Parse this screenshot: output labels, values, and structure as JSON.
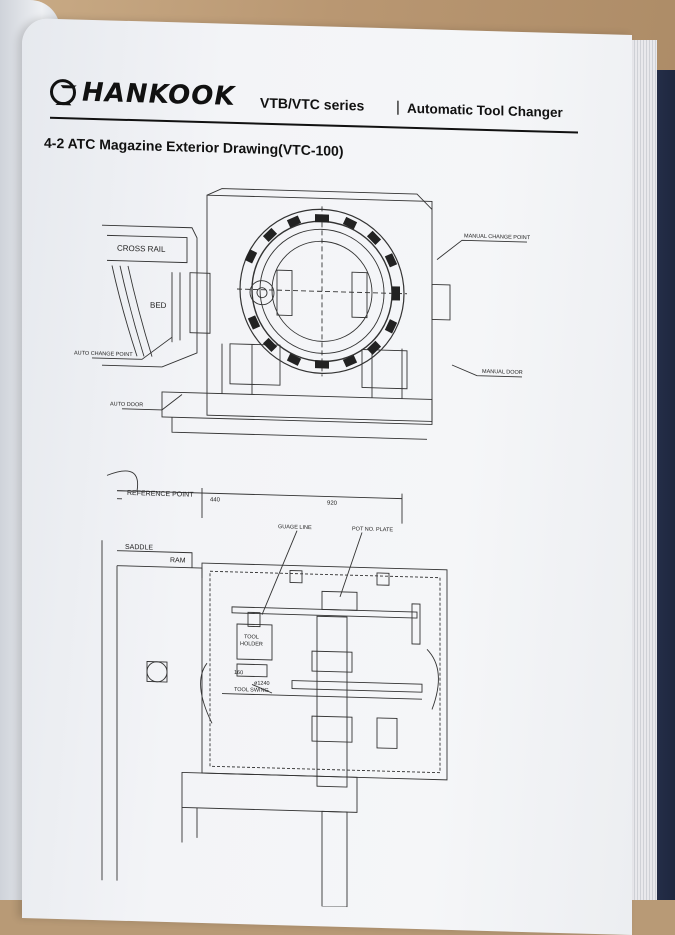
{
  "header": {
    "brand": "HANKOOK",
    "series": "VTB/VTC series",
    "separator": "|",
    "section": "Automatic Tool Changer"
  },
  "page_title": "4-2 ATC Magazine Exterior Drawing(VTC-100)",
  "top_drawing": {
    "labels": {
      "cross_rail": "CROSS RAIL",
      "bed": "BED",
      "manual_change_point": "MANUAL CHANGE POINT",
      "manual_door": "MANUAL DOOR",
      "auto_change_point": "AUTO CHANGE POINT",
      "auto_door": "AUTO DOOR"
    }
  },
  "bottom_drawing": {
    "labels": {
      "reference_point": "REFERENCE POINT",
      "dim_440": "440",
      "dim_920": "920",
      "guage_line": "GUAGE LINE",
      "pot_no_plate": "POT NO. PLATE",
      "saddle": "SADDLE",
      "ram": "RAM",
      "tool_holder_1": "TOOL",
      "tool_holder_2": "HOLDER",
      "dim_160": "160",
      "dim_1240": "ø1240",
      "tool_swing": "TOOL SWING"
    }
  }
}
